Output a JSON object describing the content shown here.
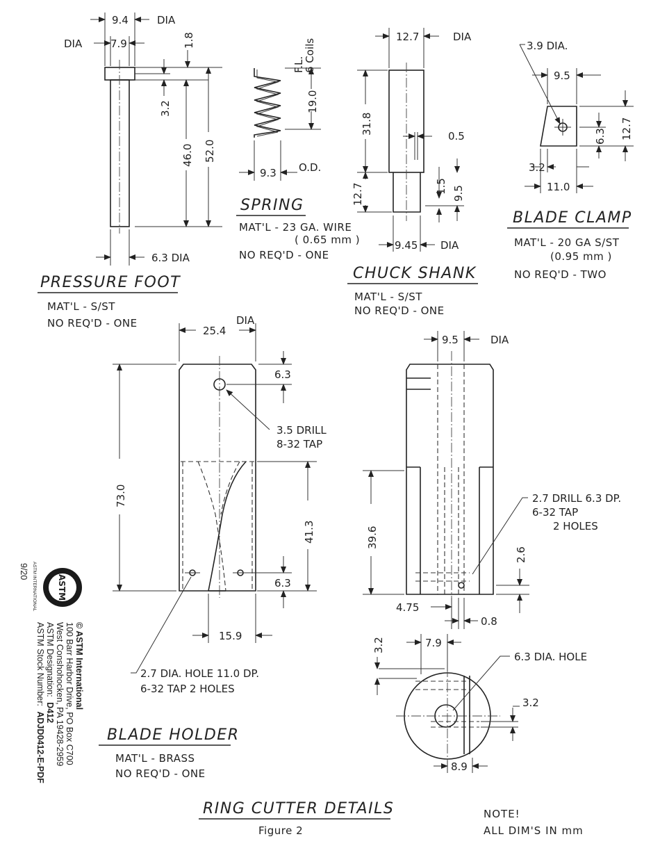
{
  "pressure_foot": {
    "title": "PRESSURE FOOT",
    "material": "MAT'L - S/ST",
    "quantity": "NO REQ'D - ONE",
    "dims": {
      "head_dia": "9.4",
      "dia_label_top": "DIA",
      "dia_label_left": "DIA",
      "collar_dia": "7.9",
      "collar_h": "1.8",
      "offset": "3.2",
      "shaft_len": "46.0",
      "total_len": "52.0",
      "shaft_dia": "6.3 DIA"
    }
  },
  "spring": {
    "title": "SPRING",
    "material": "MAT'L - 23 GA. WIRE",
    "material_note": "( 0.65 mm )",
    "quantity": "NO REQ'D - ONE",
    "dims": {
      "free_length_label": "F.L.",
      "coils": "6 Coils",
      "length": "19.0",
      "od": "9.3",
      "od_label": "O.D."
    }
  },
  "chuck_shank": {
    "title": "CHUCK SHANK",
    "material": "MAT'L - S/ST",
    "quantity": "NO REQ'D - ONE",
    "dims": {
      "top_dia": "12.7",
      "top_dia_label": "DIA",
      "upper_len": "31.8",
      "lower_len": "12.7",
      "flat": "0.5",
      "step": "1.5",
      "flat_len": "9.5",
      "bottom_dia": "9.45",
      "bottom_dia_label": "DIA"
    }
  },
  "blade_clamp": {
    "title": "BLADE CLAMP",
    "material": "MAT'L - 20 GA  S/ST",
    "material_note": "(0.95 mm )",
    "quantity": "NO REQ'D - TWO",
    "dims": {
      "hole_dia": "3.9 DIA.",
      "top_w": "9.5",
      "height": "12.7",
      "hole_y": "6.3",
      "bevel": "3.2",
      "bottom_w": "11.0"
    }
  },
  "blade_holder": {
    "title": "BLADE HOLDER",
    "material": "MAT'L - BRASS",
    "quantity": "NO REQ'D - ONE",
    "front": {
      "width": "25.4",
      "width_label": "DIA",
      "top_hole": "6.3",
      "drill_note_1": "3.5 DRILL",
      "drill_note_2": "8-32 TAP",
      "height": "73.0",
      "slot_len": "41.3",
      "bottom_hole": "6.3",
      "hole_spacing": "15.9",
      "bottom_hole_note_1": "2.7 DIA. HOLE 11.0 DP.",
      "bottom_hole_note_2": "6-32 TAP  2 HOLES"
    },
    "side": {
      "width": "9.5",
      "width_label": "DIA",
      "drill_note_1": "2.7 DRILL  6.3 DP.",
      "drill_note_2": "6-32 TAP",
      "drill_note_3": "2 HOLES",
      "slot_len": "39.6",
      "hole_h": "2.6",
      "offset": "4.75",
      "gap": "0.8"
    },
    "end": {
      "top_offset": "3.2",
      "hole_x": "7.9",
      "hole_note": "6.3 DIA. HOLE",
      "right_offset": "3.2",
      "bottom_w": "8.9"
    }
  },
  "footer": {
    "drawing_title": "RING CUTTER DETAILS",
    "figure": "Figure  2",
    "note_title": "NOTE!",
    "note_text": "ALL DIM'S  IN  mm"
  },
  "astm": {
    "date": "9/20",
    "logo_text": "ASTM",
    "logo_caption": "ASTM INTERNATIONAL",
    "copyright": "© ASTM International",
    "address_1": "100 Barr Harbor Drive, PO Box C700",
    "address_2": "West Conshohocken, PA  19428-2959",
    "designation_label": "ASTM Designation:",
    "designation": "D412",
    "stock_label": "ASTM Stock Number:",
    "stock": "ADJD0412-E-PDF"
  }
}
